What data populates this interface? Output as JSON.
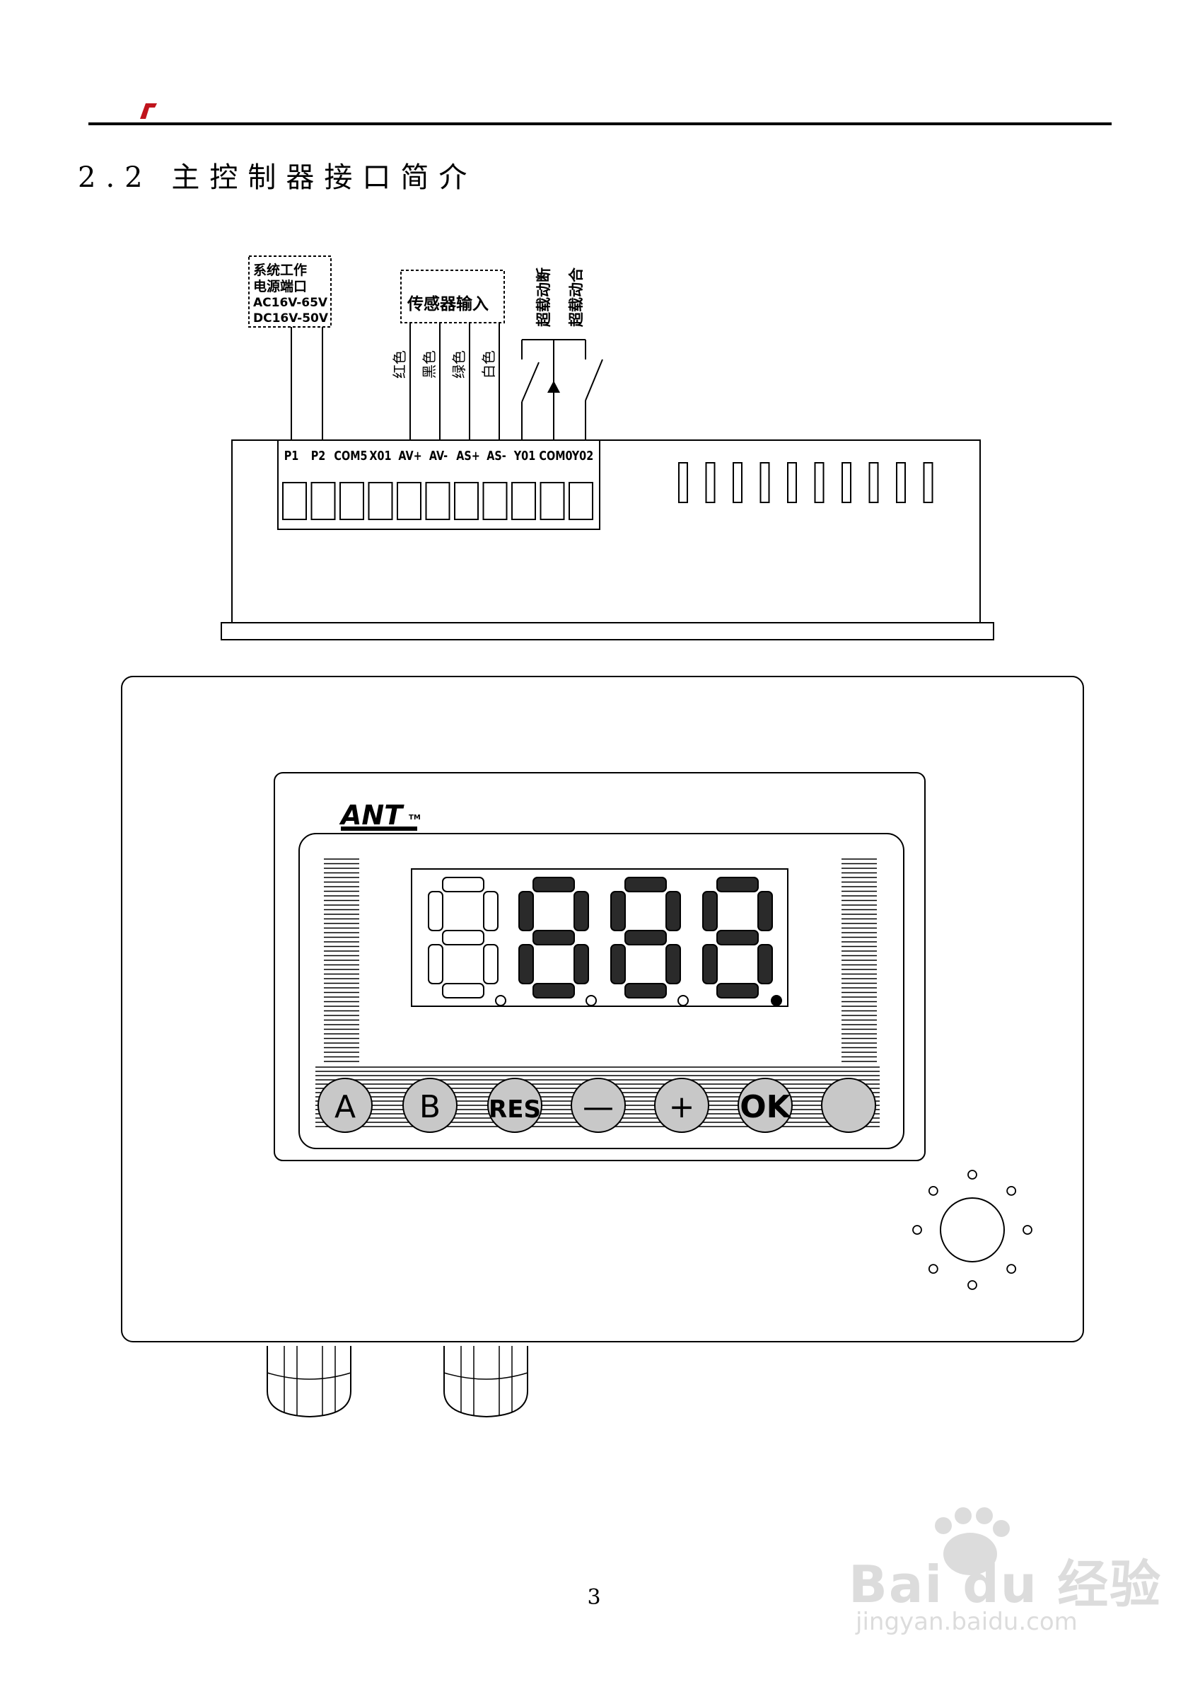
{
  "header": {
    "section_title": "2.2  主控制器接口简介"
  },
  "labels": {
    "power_box": [
      "系统工作",
      "电源端口",
      "AC16V-65V",
      "DC16V-50V"
    ],
    "sensor_box": "传感器输入",
    "wire_colors": [
      "红色",
      "黑色",
      "绿色",
      "白色"
    ],
    "relay_labels": [
      "超载动断",
      "超载动合"
    ]
  },
  "terminals": [
    "P1",
    "P2",
    "COM5",
    "X01",
    "AV+",
    "AV-",
    "AS+",
    "AS-",
    "Y01",
    "COM0",
    "Y02"
  ],
  "device": {
    "brand": "ANT",
    "brand_tm": "TM",
    "buttons": [
      "A",
      "B",
      "RES",
      "—",
      "+",
      "OK",
      ""
    ]
  },
  "footer": {
    "page_number": "3"
  },
  "watermark": {
    "main": "Bai du 经验",
    "sub": "jingyan.baidu.com"
  },
  "colors": {
    "accent": "#c0141c",
    "button_fill": "#c8c8c8",
    "watermark": "#dcdcdc"
  }
}
